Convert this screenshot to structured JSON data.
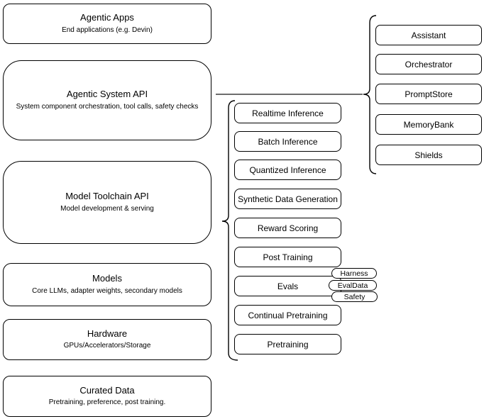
{
  "diagram": {
    "left_stack": [
      {
        "title": "Agentic Apps",
        "subtitle": "End applications (e.g. Devin)"
      },
      {
        "title": "Agentic System API",
        "subtitle": "System component orchestration, tool calls, safety checks"
      },
      {
        "title": "Model Toolchain API",
        "subtitle": "Model development & serving"
      },
      {
        "title": "Models",
        "subtitle": "Core LLMs, adapter weights, secondary models"
      },
      {
        "title": "Hardware",
        "subtitle": "GPUs/Accelerators/Storage"
      },
      {
        "title": "Curated Data",
        "subtitle": "Pretraining, preference, post training."
      }
    ],
    "toolchain_items": [
      "Realtime Inference",
      "Batch Inference",
      "Quantized Inference",
      "Synthetic Data Generation",
      "Reward Scoring",
      "Post Training",
      "Evals",
      "Continual Pretraining",
      "Pretraining"
    ],
    "evals_tags": [
      "Harness",
      "EvalData",
      "Safety"
    ],
    "system_components": [
      "Assistant",
      "Orchestrator",
      "PromptStore",
      "MemoryBank",
      "Shields"
    ],
    "colors": {
      "stroke": "#000000",
      "canvas_background": "#ffffff"
    }
  }
}
